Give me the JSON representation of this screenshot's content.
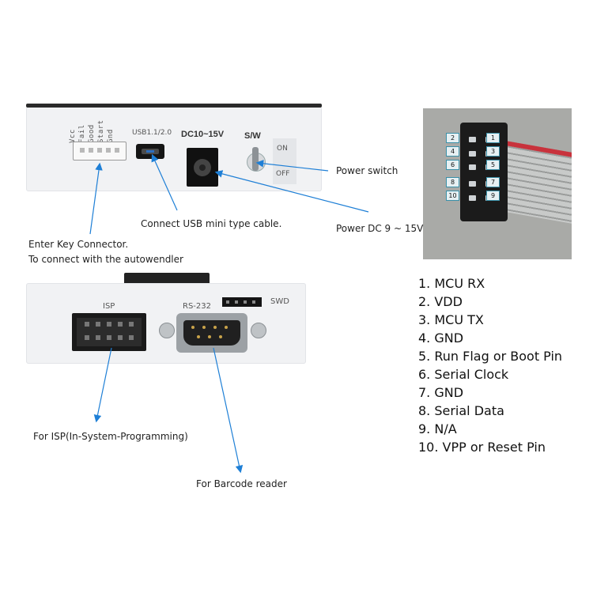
{
  "top_device": {
    "connector_labels": [
      "Gnd",
      "Start",
      "Good",
      "Fail",
      "Vcc"
    ],
    "usb_label": "USB1.1/2.0",
    "dc_label": "DC10~15V",
    "sw_label": "S/W",
    "on_label": "ON",
    "off_label": "OFF"
  },
  "bottom_device": {
    "isp_label": "ISP",
    "rs232_label": "RS-232",
    "swd_label": "SWD"
  },
  "callouts": {
    "power_switch": "Power switch",
    "usb_cable": "Connect USB mini type cable.",
    "power_dc": "Power DC 9 ~ 15V",
    "enter_key_line1": "Enter Key Connector.",
    "enter_key_line2": "To connect with the autowendler",
    "isp": "For ISP(In-System-Programming)",
    "barcode": "For Barcode reader"
  },
  "connector_pin_numbers": {
    "left": [
      "2",
      "4",
      "6",
      "8",
      "10"
    ],
    "right": [
      "1",
      "3",
      "5",
      "7",
      "9"
    ]
  },
  "pin_list": [
    "1. MCU RX",
    "2. VDD",
    "3. MCU TX",
    "4. GND",
    "5. Run Flag or Boot Pin",
    "6. Serial Clock",
    "7. GND",
    "8. Serial Data",
    "9. N/A",
    "10. VPP or Reset Pin"
  ],
  "colors": {
    "arrow": "#1e7fd6",
    "cable_red": "#c8323c"
  }
}
